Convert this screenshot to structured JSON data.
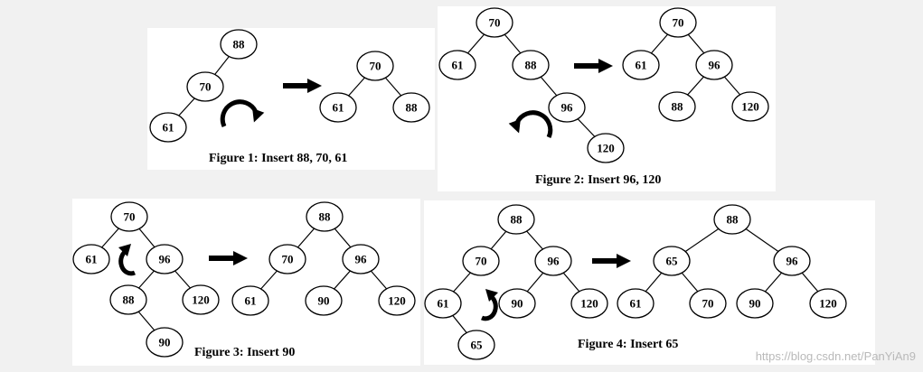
{
  "colors": {
    "background": "#f1f1f1",
    "panel": "#ffffff",
    "ink": "#000000",
    "watermark": "#b9b9b9"
  },
  "figures": [
    {
      "caption": "Figure 1: Insert 88, 70, 61",
      "before": {
        "root": {
          "v": "88",
          "l": {
            "v": "70",
            "l": {
              "v": "61"
            }
          }
        }
      },
      "after": {
        "root": {
          "v": "70",
          "l": {
            "v": "61"
          },
          "r": {
            "v": "88"
          }
        }
      },
      "rotation_icon": "rotate-clockwise-icon",
      "arrow_icon": "right-arrow-icon"
    },
    {
      "caption": "Figure 2: Insert 96, 120",
      "before": {
        "root": {
          "v": "70",
          "l": {
            "v": "61"
          },
          "r": {
            "v": "88",
            "r": {
              "v": "96",
              "r": {
                "v": "120"
              }
            }
          }
        }
      },
      "after": {
        "root": {
          "v": "70",
          "l": {
            "v": "61"
          },
          "r": {
            "v": "96",
            "l": {
              "v": "88"
            },
            "r": {
              "v": "120"
            }
          }
        }
      },
      "rotation_icon": "rotate-counterclockwise-icon",
      "arrow_icon": "right-arrow-icon"
    },
    {
      "caption": "Figure 3: Insert 90",
      "before": {
        "root": {
          "v": "70",
          "l": {
            "v": "61"
          },
          "r": {
            "v": "96",
            "l": {
              "v": "88",
              "r": {
                "v": "90"
              }
            },
            "r": {
              "v": "120"
            }
          }
        }
      },
      "after": {
        "root": {
          "v": "88",
          "l": {
            "v": "70",
            "l": {
              "v": "61"
            }
          },
          "r": {
            "v": "96",
            "l": {
              "v": "90"
            },
            "r": {
              "v": "120"
            }
          }
        }
      },
      "rotation_icon": "rotate-counterclockwise-icon",
      "arrow_icon": "right-arrow-icon"
    },
    {
      "caption": "Figure 4: Insert 65",
      "before": {
        "root": {
          "v": "88",
          "l": {
            "v": "70",
            "l": {
              "v": "61",
              "r": {
                "v": "65"
              }
            }
          },
          "r": {
            "v": "96",
            "l": {
              "v": "90"
            },
            "r": {
              "v": "120"
            }
          }
        }
      },
      "after": {
        "root": {
          "v": "88",
          "l": {
            "v": "65",
            "l": {
              "v": "61"
            },
            "r": {
              "v": "70"
            }
          },
          "r": {
            "v": "96",
            "l": {
              "v": "90"
            },
            "r": {
              "v": "120"
            }
          }
        }
      },
      "rotation_icon": "rotate-clockwise-icon",
      "arrow_icon": "right-arrow-icon"
    }
  ],
  "watermark": "https://blog.csdn.net/PanYiAn9"
}
